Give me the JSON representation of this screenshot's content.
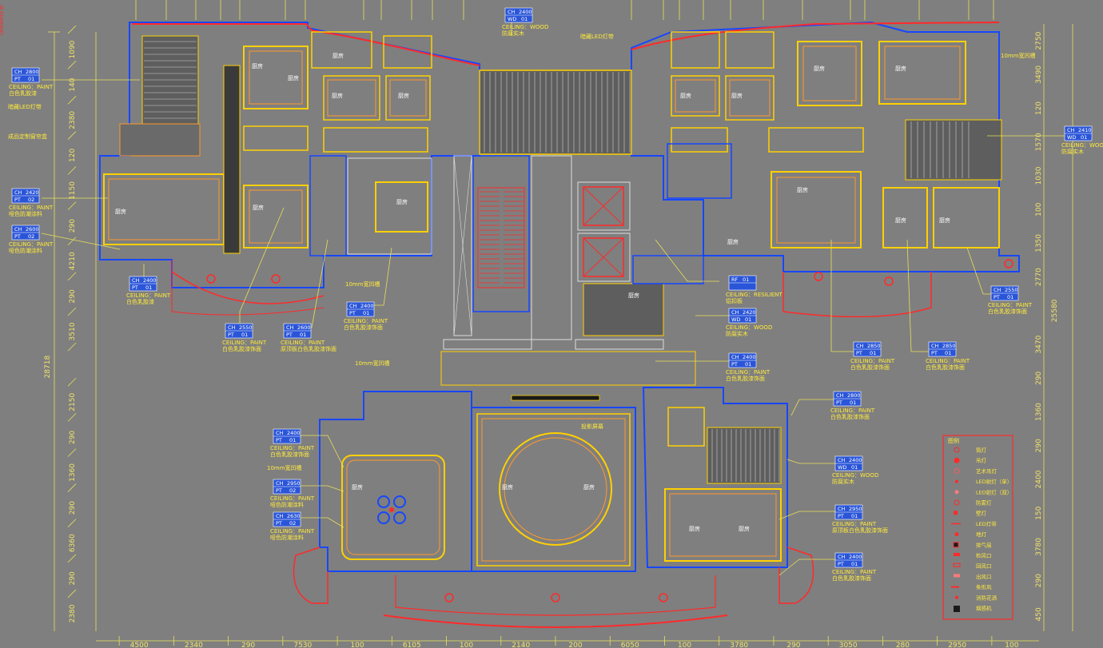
{
  "dims_left": [
    "1090",
    "140",
    "2380",
    "120",
    "1150",
    "290",
    "4210",
    "290",
    "3510",
    "28718",
    "2150",
    "290",
    "1360",
    "290",
    "6360",
    "290",
    "2380"
  ],
  "dims_right": [
    "2750",
    "3490",
    "120",
    "1570",
    "1030",
    "100",
    "1350",
    "2770",
    "25580",
    "3470",
    "290",
    "1360",
    "290",
    "2400",
    "150",
    "3780",
    "290",
    "450"
  ],
  "dims_bottom": [
    "4500",
    "2340",
    "290",
    "7530",
    "100",
    "6105",
    "100",
    "2140",
    "200",
    "6050",
    "100",
    "3780",
    "290",
    "3050",
    "280",
    "2950",
    "100"
  ],
  "room_tags": [
    {
      "a": "CH",
      "b": "2400",
      "c": "WD",
      "d": "01",
      "l1": "CEILING：WOOD",
      "l2": "防腐实木"
    },
    {
      "a": "CH",
      "b": "2800",
      "c": "PT",
      "d": "01",
      "l1": "CEILING：PAINT",
      "l2": "白色乳胶漆"
    },
    {
      "a": "CH",
      "b": "2420",
      "c": "PT",
      "d": "02",
      "l1": "CEILING：PAINT",
      "l2": "哑色防潮涂料"
    },
    {
      "a": "CH",
      "b": "2600",
      "c": "PT",
      "d": "02",
      "l1": "CEILING：PAINT",
      "l2": "哑色防潮涂料"
    },
    {
      "a": "CH",
      "b": "2400",
      "c": "PT",
      "d": "01",
      "l1": "CEILING：PAINT",
      "l2": "白色乳胶漆"
    },
    {
      "a": "CH",
      "b": "2400",
      "c": "PT",
      "d": "01",
      "l1": "CEILING：PAINT",
      "l2": "白色乳胶漆饰面"
    },
    {
      "a": "CH",
      "b": "2550",
      "c": "PT",
      "d": "01",
      "l1": "CEILING：PAINT",
      "l2": "白色乳胶漆饰面"
    },
    {
      "a": "CH",
      "b": "2600",
      "c": "PT",
      "d": "01",
      "l1": "CEILING：PAINT",
      "l2": "原顶板白色乳胶漆饰面"
    },
    {
      "a": "CH",
      "b": "2410",
      "c": "WD",
      "d": "01",
      "l1": "CEILING：WOOD",
      "l2": "防腐实木"
    },
    {
      "a": "RF",
      "b": "01",
      "c": "",
      "d": "",
      "l1": "CEILING：RESILIENT",
      "l2": "铝扣板"
    },
    {
      "a": "CH",
      "b": "2420",
      "c": "WD",
      "d": "01",
      "l1": "CEILING：WOOD",
      "l2": "防腐实木"
    },
    {
      "a": "CH",
      "b": "2400",
      "c": "PT",
      "d": "01",
      "l1": "CEILING：PAINT",
      "l2": "白色乳胶漆饰面"
    },
    {
      "a": "CH",
      "b": "2550",
      "c": "PT",
      "d": "01",
      "l1": "CEILING：PAINT",
      "l2": "白色乳胶漆饰面"
    },
    {
      "a": "CH",
      "b": "2850",
      "c": "PT",
      "d": "01",
      "l1": "CEILING：PAINT",
      "l2": "白色乳胶漆饰面"
    },
    {
      "a": "CH",
      "b": "2850",
      "c": "PT",
      "d": "01",
      "l1": "CEILING：PAINT",
      "l2": "白色乳胶漆饰面"
    },
    {
      "a": "CH",
      "b": "2800",
      "c": "PT",
      "d": "01",
      "l1": "CEILING：PAINT",
      "l2": "白色乳胶漆饰面"
    },
    {
      "a": "CH",
      "b": "2400",
      "c": "WD",
      "d": "01",
      "l1": "CEILING：WOOD",
      "l2": "防腐实木"
    },
    {
      "a": "CH",
      "b": "2950",
      "c": "PT",
      "d": "01",
      "l1": "CEILING：PAINT",
      "l2": "原顶板白色乳胶漆饰面"
    },
    {
      "a": "CH",
      "b": "2400",
      "c": "PT",
      "d": "01",
      "l1": "CEILING：PAINT",
      "l2": "白色乳胶漆饰面"
    },
    {
      "a": "CH",
      "b": "2400",
      "c": "PT",
      "d": "01",
      "l1": "CEILING：PAINT",
      "l2": "白色乳胶漆饰面"
    },
    {
      "a": "CH",
      "b": "2950",
      "c": "PT",
      "d": "02",
      "l1": "CEILING：PAINT",
      "l2": "哑色防潮涂料"
    },
    {
      "a": "CH",
      "b": "2630",
      "c": "PT",
      "d": "02",
      "l1": "CEILING：PAINT",
      "l2": "哑色防潮涂料"
    }
  ],
  "annotations": {
    "led_top": "暗藏LED灯带",
    "led_left": "暗藏LED灯带",
    "curtain_box": "成品定制窗帘盒",
    "groove_top_right": "10mm宽凹槽",
    "groove_mid": "10mm宽凹槽",
    "groove_lower": "10mm宽凹槽",
    "groove_left_lower": "10mm宽凹槽",
    "projector": "投影屏幕",
    "corner_text": "GENERATED BY"
  },
  "legend": {
    "title": "图例",
    "items": [
      {
        "icon": "downlight-icon",
        "label": "筒灯"
      },
      {
        "icon": "pendant-icon",
        "label": "吊灯"
      },
      {
        "icon": "art-light-icon",
        "label": "艺术吊灯"
      },
      {
        "icon": "led-spot-single-icon",
        "label": "LED射灯（单）"
      },
      {
        "icon": "led-spot-double-icon",
        "label": "LED射灯（双）"
      },
      {
        "icon": "moisture-light-icon",
        "label": "防雾灯"
      },
      {
        "icon": "wall-light-icon",
        "label": "壁灯"
      },
      {
        "icon": "led-strip-icon",
        "label": "LED灯带"
      },
      {
        "icon": "floor-light-icon",
        "label": "地灯"
      },
      {
        "icon": "exhaust-icon",
        "label": "排气扇"
      },
      {
        "icon": "return-vent-icon",
        "label": "检风口"
      },
      {
        "icon": "supply-vent-icon",
        "label": "回风口"
      },
      {
        "icon": "outlet-vent-icon",
        "label": "出风口"
      },
      {
        "icon": "linear-vent-icon",
        "label": "条形风"
      },
      {
        "icon": "sprinkler-icon",
        "label": "消防花洒"
      },
      {
        "icon": "smoke-detector-icon",
        "label": "烟感机"
      }
    ]
  },
  "room_labels": [
    "厨房",
    "厨房",
    "厨房",
    "厨房",
    "厨房",
    "厨房",
    "厨房",
    "厨房",
    "厨房",
    "厨房",
    "厨房",
    "厨房",
    "厨房",
    "厨房",
    "厨房",
    "厨房",
    "厨房",
    "厨房",
    "厨房",
    "厨房",
    "厨房",
    "厨房"
  ]
}
